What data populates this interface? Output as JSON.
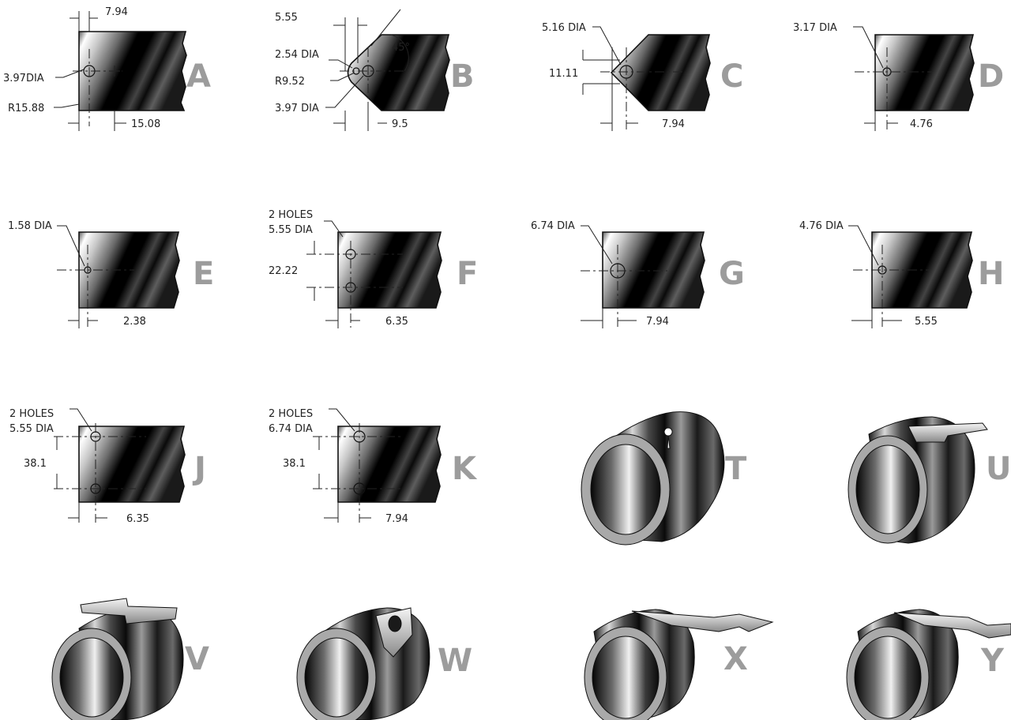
{
  "colors": {
    "letter": "#9c9c9c",
    "ink": "#222222"
  },
  "details": {
    "A": {
      "letter": "A",
      "dim_top": "7.94",
      "hole": "3.97DIA",
      "radius": "R15.88",
      "dim_bottom": "15.08"
    },
    "B": {
      "letter": "B",
      "dim_top": "5.55",
      "small_hole": "2.54 DIA",
      "radius": "R9.52",
      "hole": "3.97 DIA",
      "angle": "45°",
      "dim_bottom": "9.5"
    },
    "C": {
      "letter": "C",
      "hole": "5.16 DIA",
      "dim_side": "11.11",
      "dim_bottom": "7.94"
    },
    "D": {
      "letter": "D",
      "hole": "3.17 DIA",
      "dim_bottom": "4.76"
    },
    "E": {
      "letter": "E",
      "hole": "1.58 DIA",
      "dim_bottom": "2.38"
    },
    "F": {
      "letter": "F",
      "holes": "2 HOLES",
      "hole": "5.55 DIA",
      "dim_side": "22.22",
      "dim_bottom": "6.35"
    },
    "G": {
      "letter": "G",
      "hole": "6.74 DIA",
      "dim_bottom": "7.94"
    },
    "H": {
      "letter": "H",
      "hole": "4.76 DIA",
      "dim_bottom": "5.55"
    },
    "J": {
      "letter": "J",
      "holes": "2 HOLES",
      "hole": "5.55 DIA",
      "dim_side": "38.1",
      "dim_bottom": "6.35"
    },
    "K": {
      "letter": "K",
      "holes": "2 HOLES",
      "hole": "6.74 DIA",
      "dim_side": "38.1",
      "dim_bottom": "7.94"
    }
  },
  "coils": {
    "T": "T",
    "U": "U",
    "V": "V",
    "W": "W",
    "X": "X",
    "Y": "Y"
  }
}
